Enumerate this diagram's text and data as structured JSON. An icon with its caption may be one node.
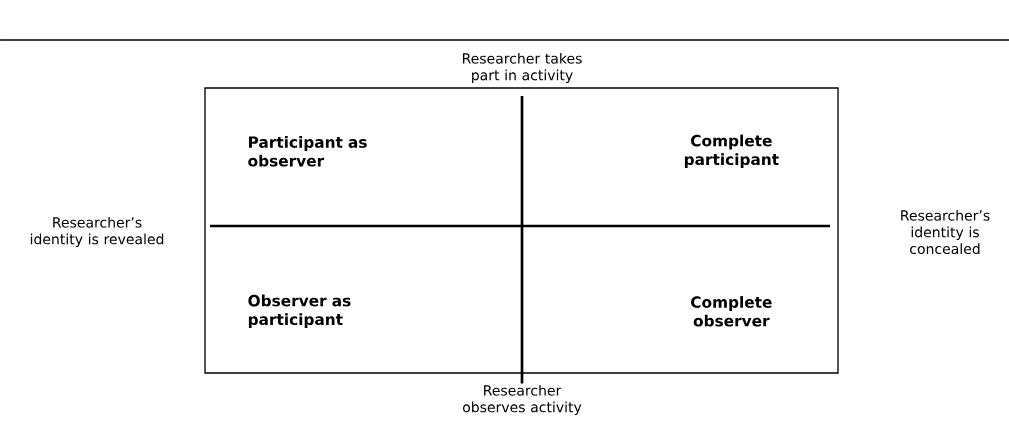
{
  "diagram": {
    "nodes": [
      {
        "text": [],
        "shape": "box"
      },
      {
        "text": [
          "Participant as observer"
        ],
        "in": 0
      },
      {
        "text": [
          "Complete participant"
        ],
        "in": 0
      },
      {
        "text": [
          "Observer as participant"
        ],
        "in": 0
      },
      {
        "text": [
          "Complete observer"
        ],
        "in": 0
      }
    ],
    "labels": [
      "Researcher takes part in activity",
      "Researcher’s identity is revealed",
      "Researcher’s identity is concealed",
      "Researcher observes activity"
    ]
  }
}
